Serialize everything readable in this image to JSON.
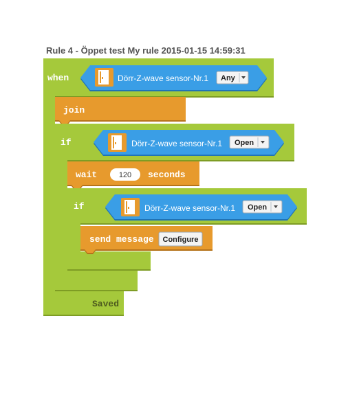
{
  "rule": {
    "title": "Rule 4 - Öppet test My rule 2015-01-15 14:59:31"
  },
  "colors": {
    "green": "#a5c93b",
    "green_dark": "#7e9c24",
    "orange": "#e79a2d",
    "orange_dark": "#b5731b",
    "blue": "#3a9ee6",
    "blue_dark": "#2073b5"
  },
  "when_block": {
    "keyword": "when",
    "sensor": {
      "icon": "door-icon",
      "label": "Dörr-Z-wave sensor-Nr.1",
      "dropdown": "Any"
    }
  },
  "join_block": {
    "keyword": "join"
  },
  "if_block_1": {
    "keyword": "if",
    "sensor": {
      "icon": "door-icon",
      "label": "Dörr-Z-wave sensor-Nr.1",
      "dropdown": "Open"
    }
  },
  "wait_block": {
    "keyword": "wait",
    "value": "120",
    "unit": "seconds"
  },
  "if_block_2": {
    "keyword": "if",
    "sensor": {
      "icon": "door-icon",
      "label": "Dörr-Z-wave sensor-Nr.1",
      "dropdown": "Open"
    }
  },
  "send_block": {
    "keyword": "send message",
    "button": "Configure"
  },
  "status": {
    "saved": "Saved"
  }
}
